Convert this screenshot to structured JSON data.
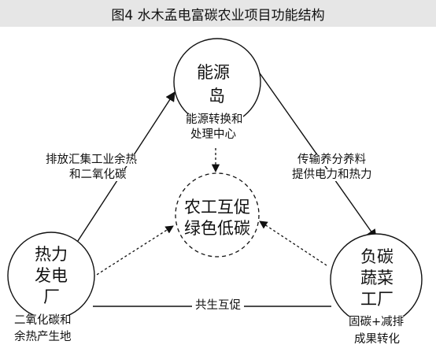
{
  "title": "图4  水木孟电富碳农业项目功能结构",
  "nodes": {
    "energy_island": {
      "name_line1": "能源",
      "name_line2": "岛",
      "desc_line1": "能源转换和",
      "desc_line2": "处理中心"
    },
    "power_plant": {
      "name_line1": "热力",
      "name_line2": "发电",
      "name_line3": "厂",
      "desc_line1": "二氧化碳和",
      "desc_line2": "余热产生地"
    },
    "vegetable_factory": {
      "name_line1": "负碳",
      "name_line2": "蔬菜",
      "name_line3": "工厂",
      "desc_line1": "固碳+减排",
      "desc_line2": "成果转化"
    },
    "center": {
      "line1": "农工互促",
      "line2": "绿色低碳"
    }
  },
  "edges": {
    "left": {
      "line1": "排放汇集工业余热",
      "line2": "和二氧化碳"
    },
    "right": {
      "line1": "传输养分养料",
      "line2": "提供电力和热力"
    },
    "bottom": {
      "line1": "共生互促"
    }
  }
}
